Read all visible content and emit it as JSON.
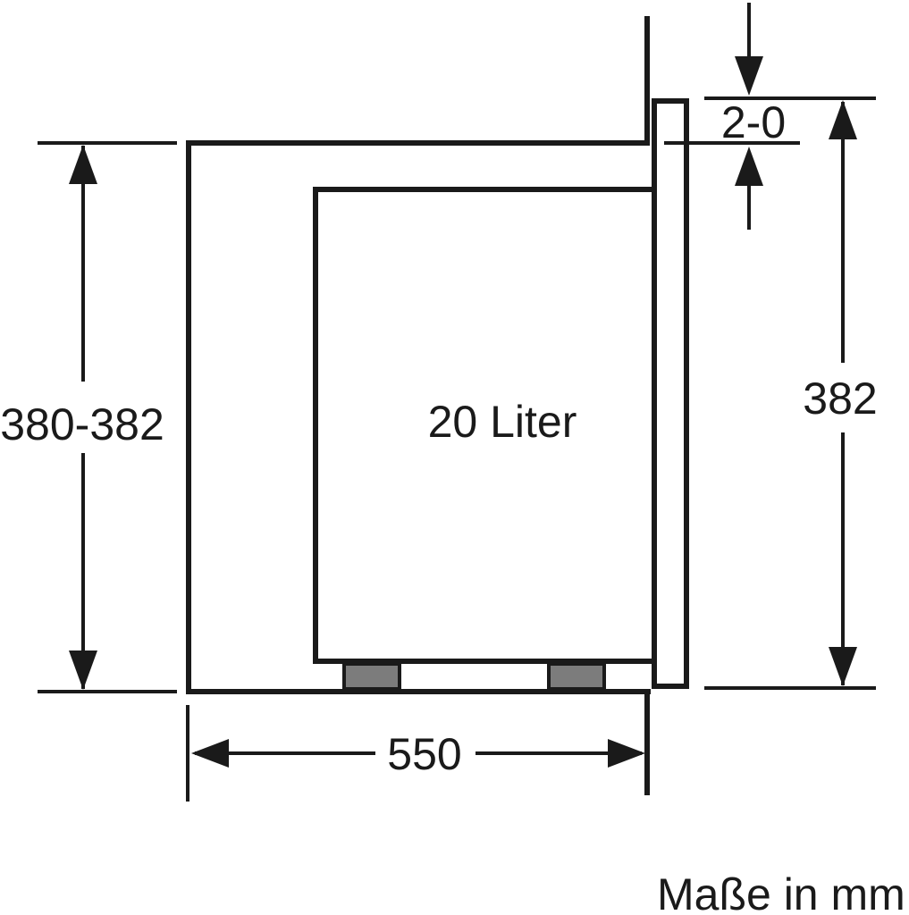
{
  "diagram": {
    "kind": "installation-dimension-drawing",
    "subject": "built-in-microwave-niche-side-view",
    "labels": {
      "niche_height": "380-382",
      "front_height": "382",
      "top_gap": "2-0",
      "niche_width": "550",
      "capacity": "20 Liter",
      "units_note": "Maße in mm"
    },
    "colors": {
      "line": "#1a1a1a",
      "feet_fill": "#7c7c7c",
      "background": "#ffffff"
    }
  }
}
